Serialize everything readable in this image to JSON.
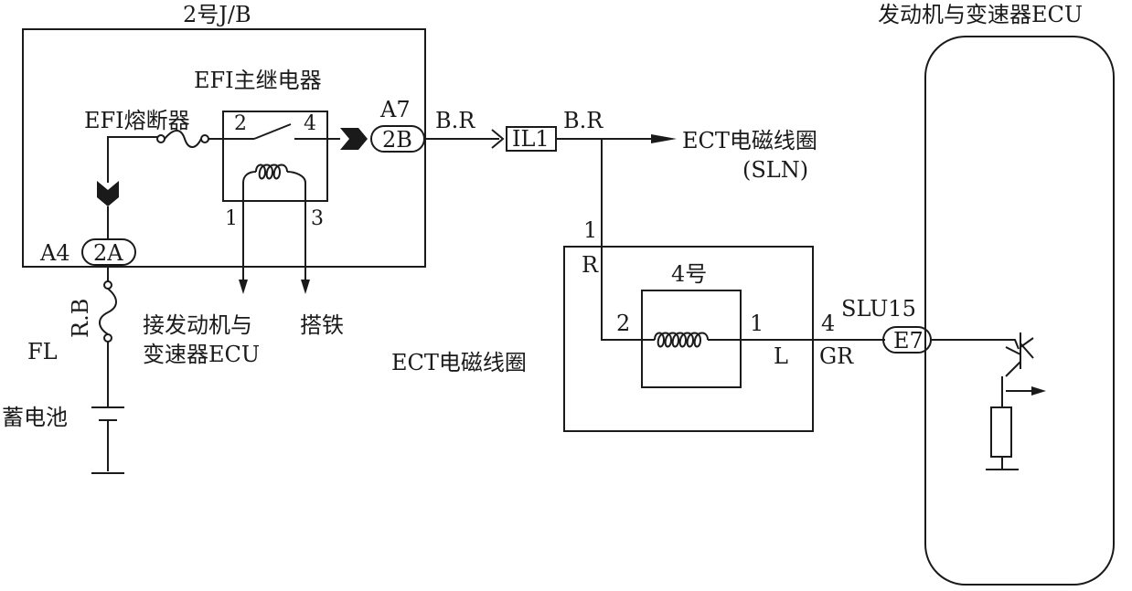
{
  "labels": {
    "jb_title": "2号J/B",
    "efi_relay": "EFI主继电器",
    "efi_fuse": "EFI熔断器",
    "relay_pin_2": "2",
    "relay_pin_4": "4",
    "relay_pin_1": "1",
    "relay_pin_3": "3",
    "connector_a7": "A7",
    "connector_2b": "2B",
    "connector_a4": "A4",
    "connector_2a": "2A",
    "wire_br_1": "B.R",
    "wire_br_2": "B.R",
    "connector_il1": "IL1",
    "ect_sln_line1": "ECT电磁线圈",
    "ect_sln_line2": "(SLN)",
    "ecu_title": "发动机与变速器ECU",
    "to_ecu_line1": "接发动机与",
    "to_ecu_line2": "变速器ECU",
    "ground_label": "搭铁",
    "wire_rb": "R.B",
    "fl_label": "FL",
    "battery_label": "蓄电池",
    "ect_solenoid_label": "ECT电磁线圈",
    "box_pin_1": "1",
    "wire_r": "R",
    "solenoid_no4": "4号",
    "coil_pin_2": "2",
    "coil_pin_1": "1",
    "box_pin_4": "4",
    "wire_l": "L",
    "wire_gr": "GR",
    "terminal_slu": "SLU15",
    "connector_e7": "E7"
  }
}
